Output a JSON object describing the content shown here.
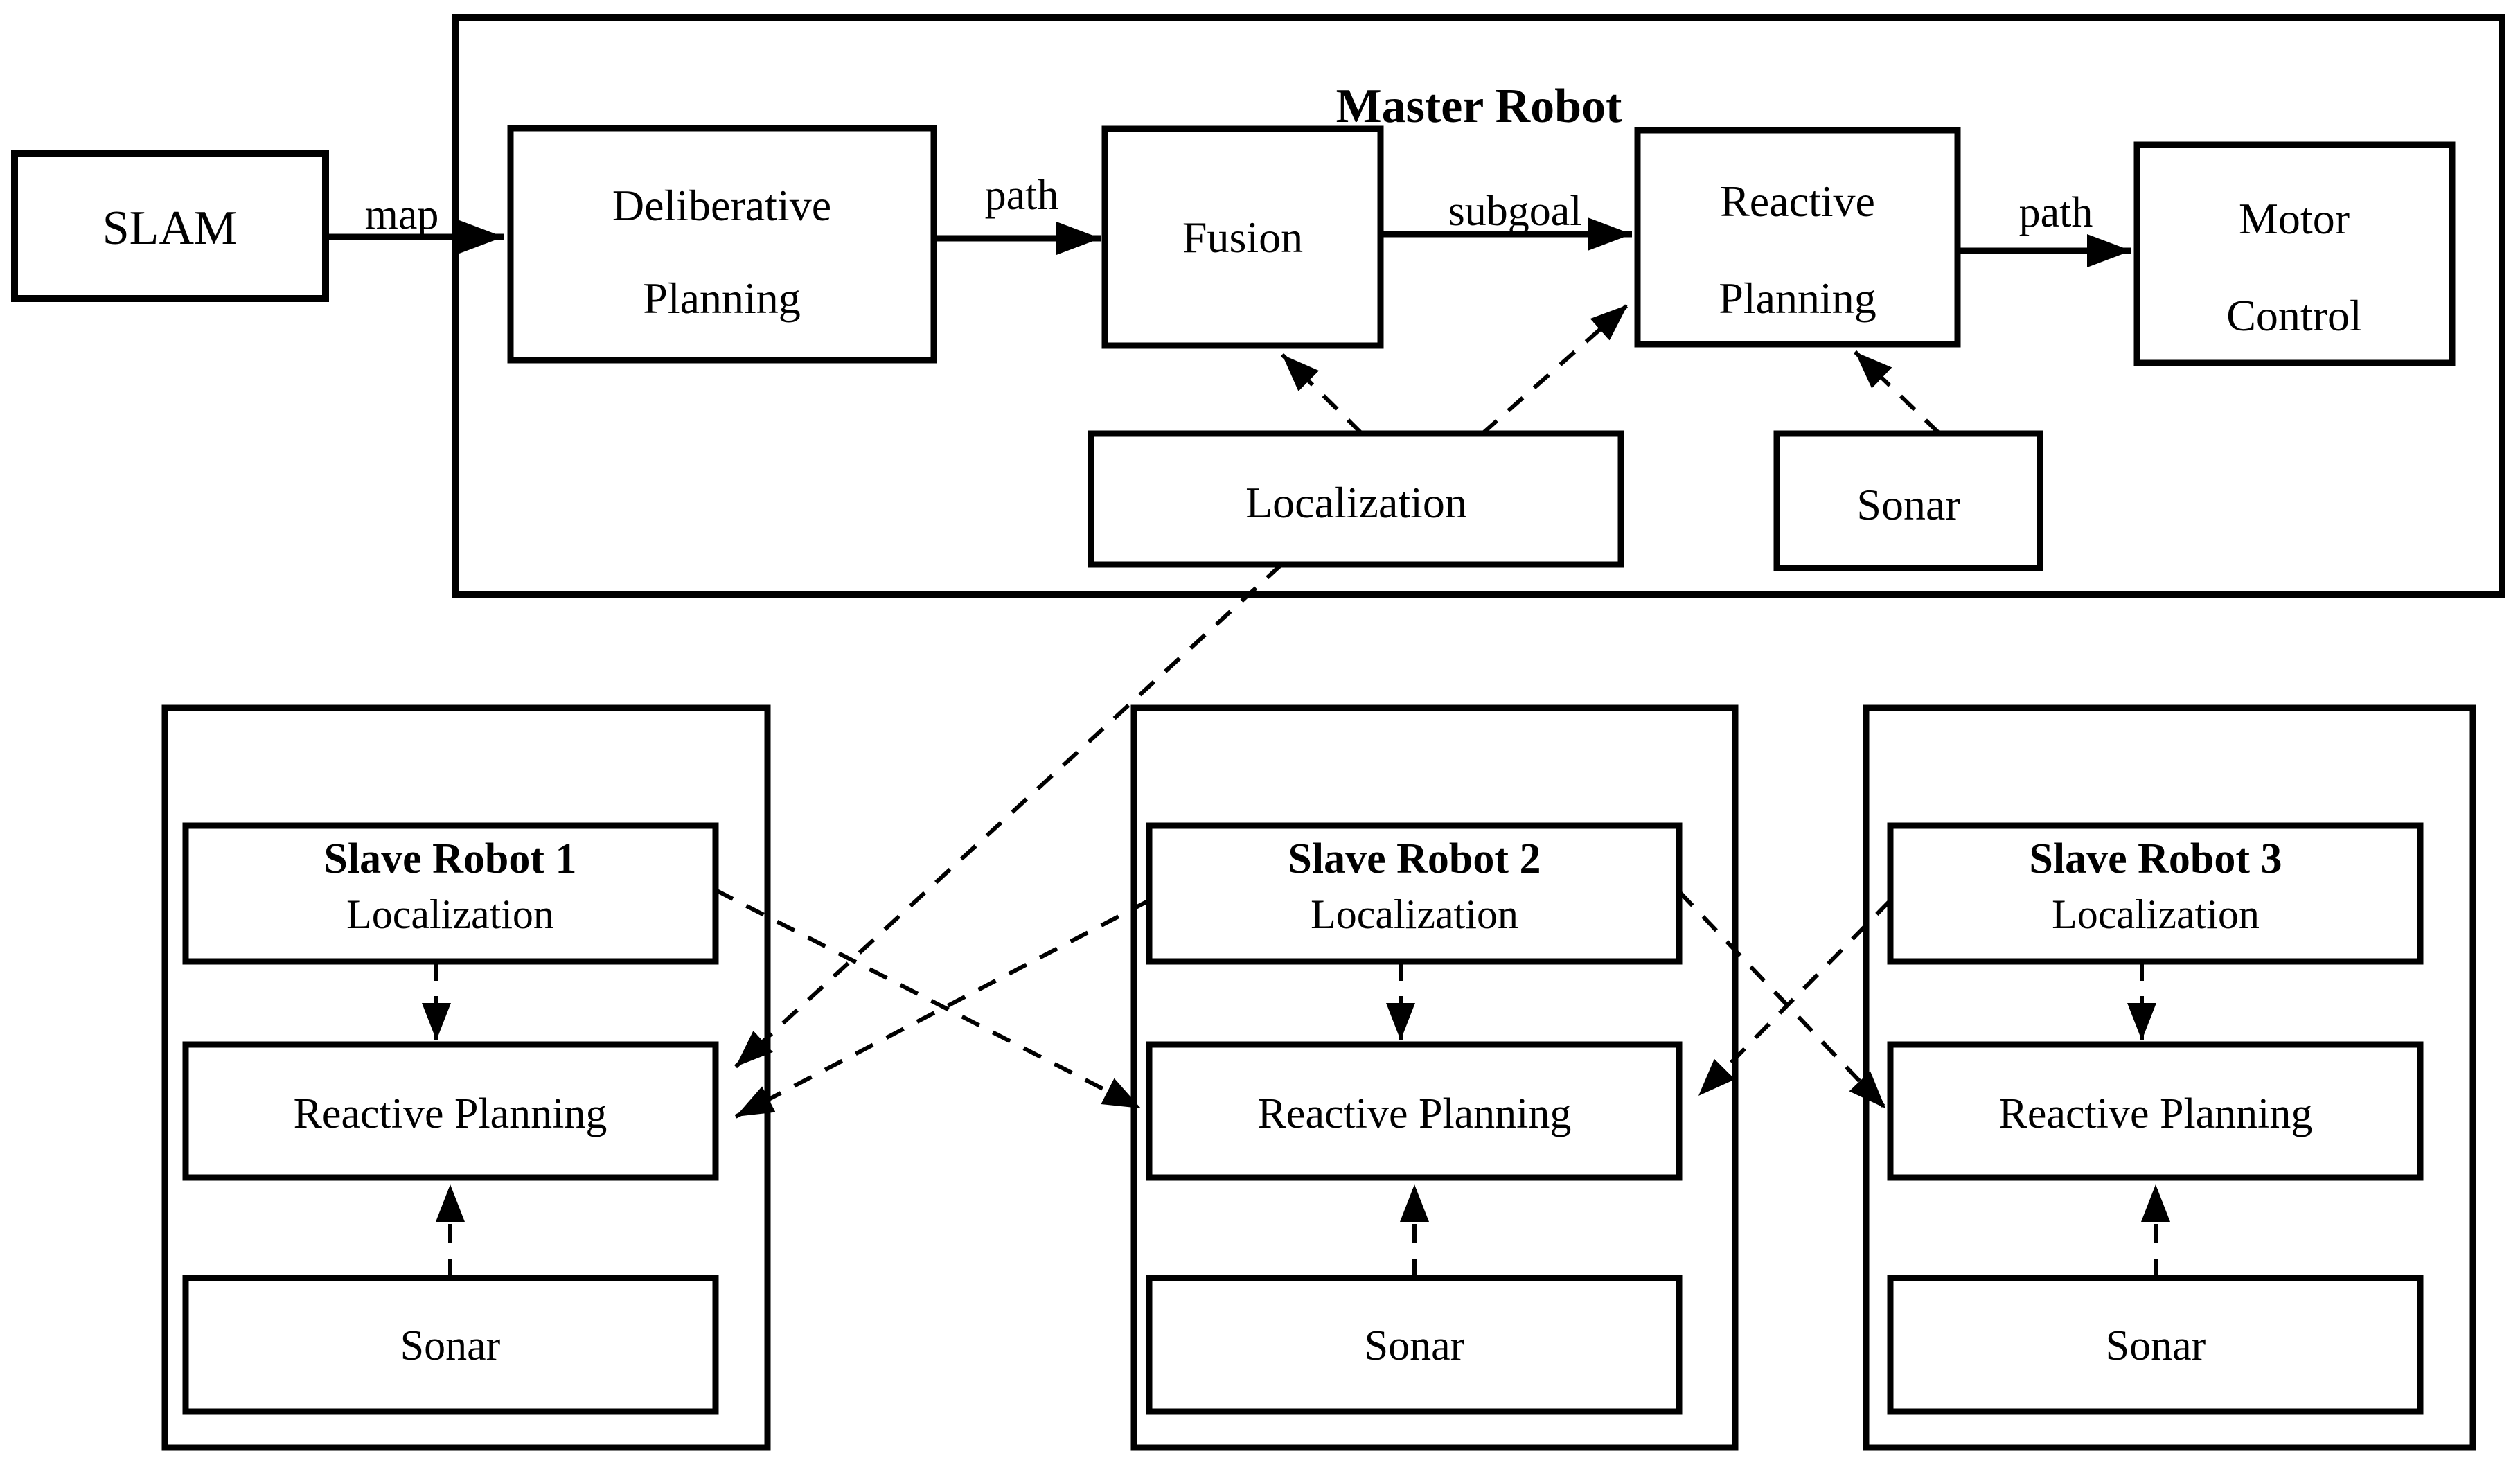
{
  "diagram": {
    "type": "block-architecture-diagram",
    "colors": {
      "background": "#ffffff",
      "line": "#000000",
      "box_fill": "#ffffff"
    },
    "slam_label": "SLAM",
    "master": {
      "title": "Master Robot",
      "deliberative_line1": "Deliberative",
      "deliberative_line2": "Planning",
      "fusion": "Fusion",
      "reactive_line1": "Reactive",
      "reactive_line2": "Planning",
      "motor_line1": "Motor",
      "motor_line2": "Control",
      "localization": "Localization",
      "sonar": "Sonar"
    },
    "edge_labels": {
      "map": "map",
      "path1": "path",
      "subgoal": "subgoal",
      "path2": "path"
    },
    "slaves": [
      {
        "title": "Slave Robot 1",
        "localization": "Localization",
        "reactive": "Reactive Planning",
        "sonar": "Sonar"
      },
      {
        "title": "Slave Robot 2",
        "localization": "Localization",
        "reactive": "Reactive Planning",
        "sonar": "Sonar"
      },
      {
        "title": "Slave Robot 3",
        "localization": "Localization",
        "reactive": "Reactive Planning",
        "sonar": "Sonar"
      }
    ],
    "edges": [
      {
        "from": "SLAM",
        "to": "Master/Deliberative Planning",
        "label": "map",
        "style": "solid"
      },
      {
        "from": "Master/Deliberative Planning",
        "to": "Master/Fusion",
        "label": "path",
        "style": "solid"
      },
      {
        "from": "Master/Fusion",
        "to": "Master/Reactive Planning",
        "label": "subgoal",
        "style": "solid"
      },
      {
        "from": "Master/Reactive Planning",
        "to": "Master/Motor Control",
        "label": "path",
        "style": "solid"
      },
      {
        "from": "Master/Localization",
        "to": "Master/Fusion",
        "style": "dashed"
      },
      {
        "from": "Master/Localization",
        "to": "Master/Reactive Planning",
        "style": "dashed"
      },
      {
        "from": "Master/Sonar",
        "to": "Master/Reactive Planning",
        "style": "dashed"
      },
      {
        "from": "Master/Localization",
        "to": "Slave 1/Reactive Planning",
        "style": "dashed"
      },
      {
        "from": "Slave 1/Localization",
        "to": "Slave 1/Reactive Planning",
        "style": "dashed"
      },
      {
        "from": "Slave 1/Sonar",
        "to": "Slave 1/Reactive Planning",
        "style": "dashed"
      },
      {
        "from": "Slave 1/Localization",
        "to": "Slave 2/Reactive Planning",
        "style": "dashed"
      },
      {
        "from": "Slave 2/Localization",
        "to": "Slave 1/Reactive Planning",
        "style": "dashed"
      },
      {
        "from": "Slave 2/Localization",
        "to": "Slave 2/Reactive Planning",
        "style": "dashed"
      },
      {
        "from": "Slave 2/Sonar",
        "to": "Slave 2/Reactive Planning",
        "style": "dashed"
      },
      {
        "from": "Slave 2/Localization",
        "to": "Slave 3/Reactive Planning",
        "style": "dashed"
      },
      {
        "from": "Slave 3/Localization",
        "to": "Slave 2/Reactive Planning",
        "style": "dashed"
      },
      {
        "from": "Slave 3/Localization",
        "to": "Slave 3/Reactive Planning",
        "style": "dashed"
      },
      {
        "from": "Slave 3/Sonar",
        "to": "Slave 3/Reactive Planning",
        "style": "dashed"
      }
    ]
  }
}
